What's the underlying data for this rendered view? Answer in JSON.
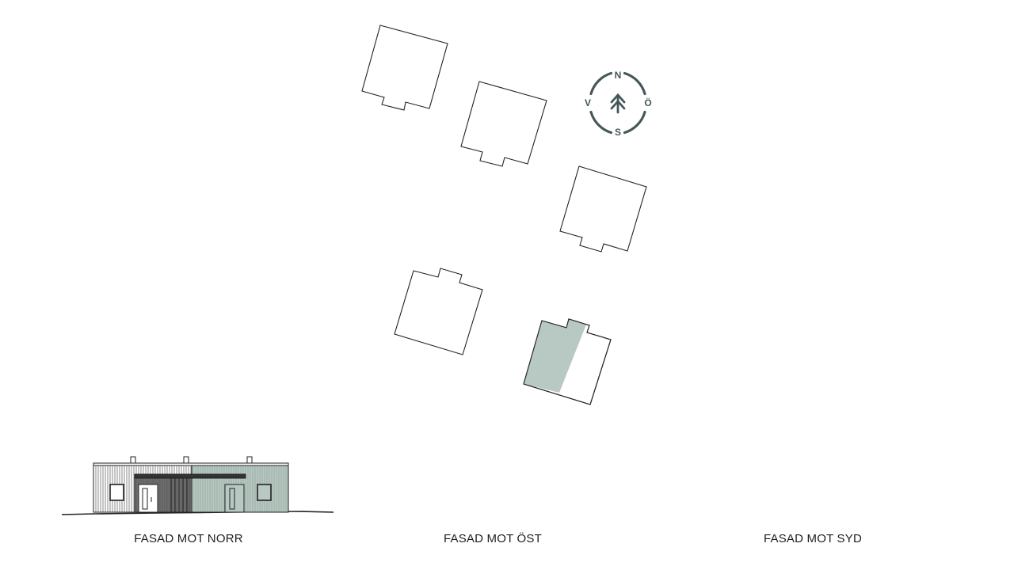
{
  "compass": {
    "north": "N",
    "east": "Ö",
    "south": "S",
    "west": "V",
    "color": "#46575a"
  },
  "site_plan": {
    "highlight_color": "#b8c8c2",
    "highlighted_plot": "house-5"
  },
  "elevations": {
    "facade_color": "#b8c8c2",
    "north": {
      "label": "FASAD MOT NORR"
    },
    "east": {
      "label": "FASAD MOT ÖST"
    },
    "south": {
      "label": "FASAD MOT SYD"
    }
  }
}
